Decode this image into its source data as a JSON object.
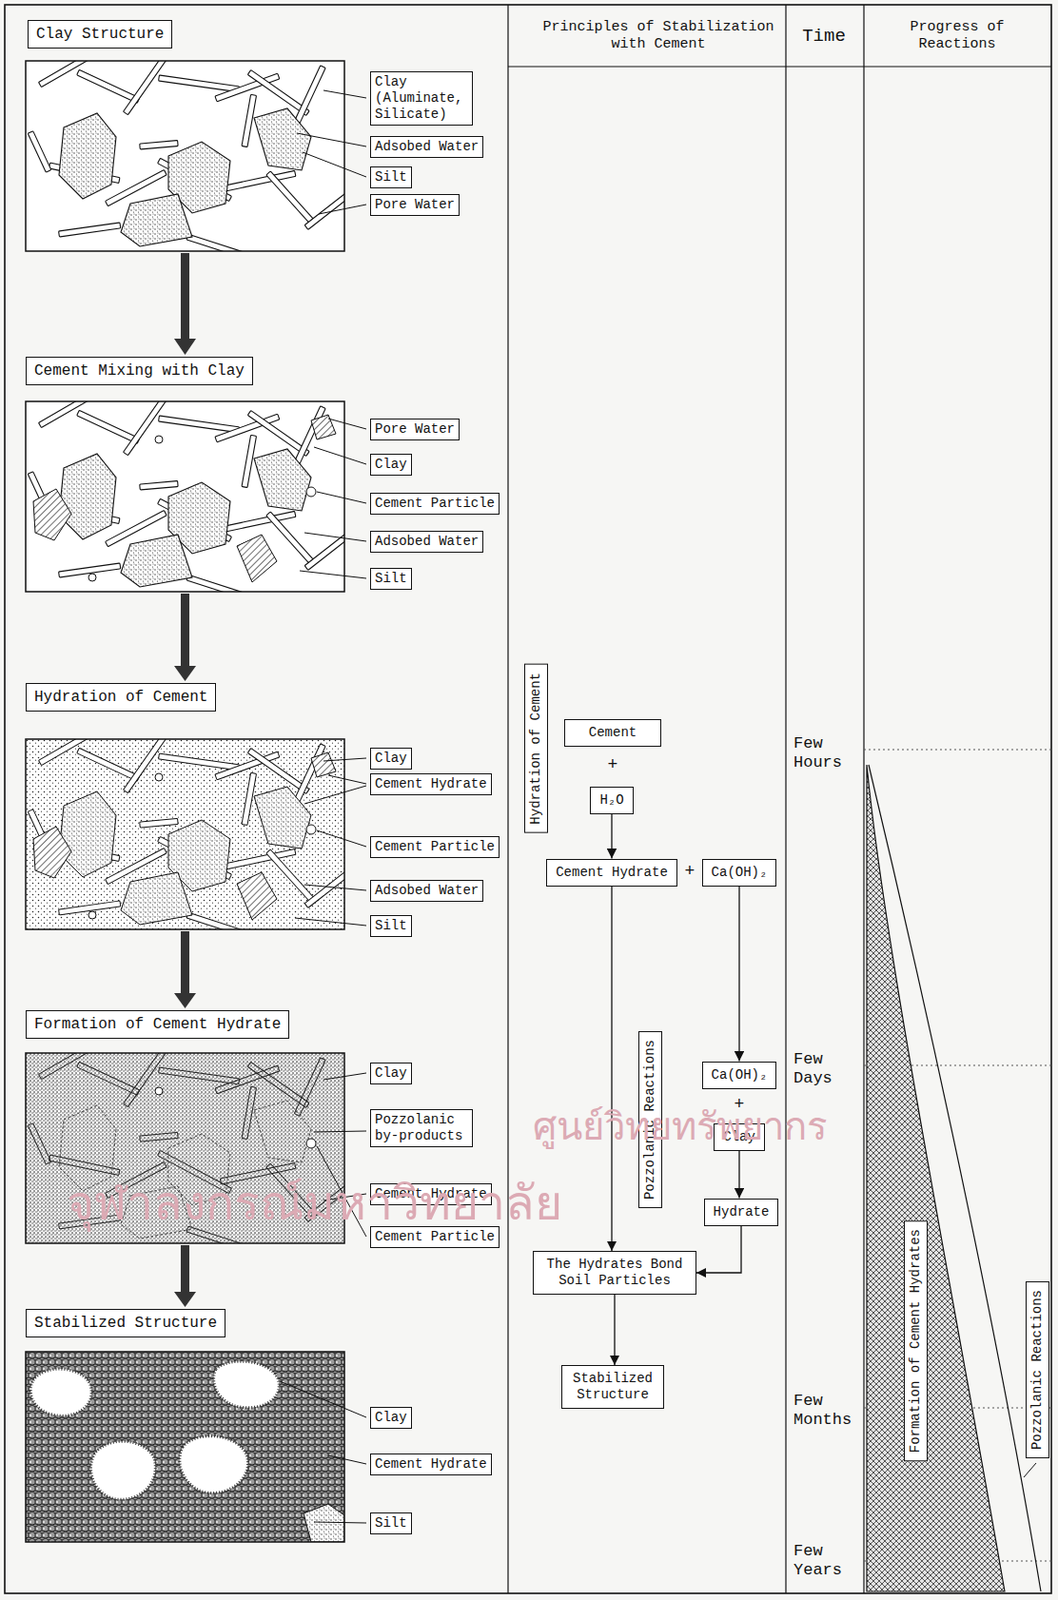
{
  "diagram": {
    "nodes": [
      {
        "text": [
          "Clay Structure"
        ]
      },
      {
        "text": [
          "Clay (Aluminate, Silicate)"
        ]
      },
      {
        "text": [
          "Adsobed Water"
        ]
      },
      {
        "text": [
          "Silt"
        ]
      },
      {
        "text": [
          "Pore Water"
        ]
      },
      {
        "text": [
          "Cement Mixing with Clay"
        ]
      },
      {
        "text": [
          "Pore Water"
        ]
      },
      {
        "text": [
          "Clay"
        ]
      },
      {
        "text": [
          "Cement Particle"
        ]
      },
      {
        "text": [
          "Adsobed Water"
        ]
      },
      {
        "text": [
          "Silt"
        ]
      },
      {
        "text": [
          "Hydration of Cement"
        ]
      },
      {
        "text": [
          "Clay"
        ]
      },
      {
        "text": [
          "Cement Hydrate"
        ]
      },
      {
        "text": [
          "Cement Particle"
        ]
      },
      {
        "text": [
          "Adsobed Water"
        ]
      },
      {
        "text": [
          "Silt"
        ]
      },
      {
        "text": [
          "Formation of Cement Hydrate"
        ]
      },
      {
        "text": [
          "Clay"
        ]
      },
      {
        "text": [
          "Pozzolanic by-products"
        ]
      },
      {
        "text": [
          "Cement Hydrate"
        ]
      },
      {
        "text": [
          "Cement Particle"
        ]
      },
      {
        "text": [
          "Stabilized Structure"
        ]
      },
      {
        "text": [
          "Clay"
        ]
      },
      {
        "text": [
          "Cement Hydrate"
        ]
      },
      {
        "text": [
          "Silt"
        ]
      },
      {
        "text": [
          "Hydration of Cement"
        ]
      },
      {
        "text": [
          "Cement"
        ]
      },
      {
        "text": [
          "H₂O"
        ]
      },
      {
        "text": [
          "Cement Hydrate"
        ]
      },
      {
        "text": [
          "Ca(OH)₂"
        ]
      },
      {
        "text": [
          "Pozzolanic Reactions"
        ]
      },
      {
        "text": [
          "Ca(OH)₂"
        ]
      },
      {
        "text": [
          "Clay"
        ]
      },
      {
        "text": [
          "Hydrate"
        ]
      },
      {
        "text": [
          "The Hydrates Bond Soil Particles"
        ]
      },
      {
        "text": [
          "Stabilized Structure"
        ]
      },
      {
        "text": [
          "Formation of Cement Hydrates"
        ]
      },
      {
        "text": [
          "Pozzolanic Reactions"
        ]
      }
    ],
    "edges": [
      {
        "from": 28,
        "to": 29,
        "arrow": "to"
      },
      {
        "from": 29,
        "to": 35,
        "arrow": "to"
      },
      {
        "from": 30,
        "to": 32,
        "arrow": "to"
      },
      {
        "from": 33,
        "to": 34,
        "arrow": "to"
      },
      {
        "from": 34,
        "to": 35,
        "arrow": "to"
      },
      {
        "from": 35,
        "to": 36,
        "arrow": "to"
      }
    ],
    "labels": [
      "Principles of Stabilization with Cement",
      "Time",
      "Progress of Reactions",
      "+",
      "+",
      "+",
      "Few Hours",
      "Few Days",
      "Few Months",
      "Few Years",
      "ศูนย์วิทยทรัพยากร",
      "จุฬาลงกรณ์มหาวิทยาลัย"
    ]
  }
}
